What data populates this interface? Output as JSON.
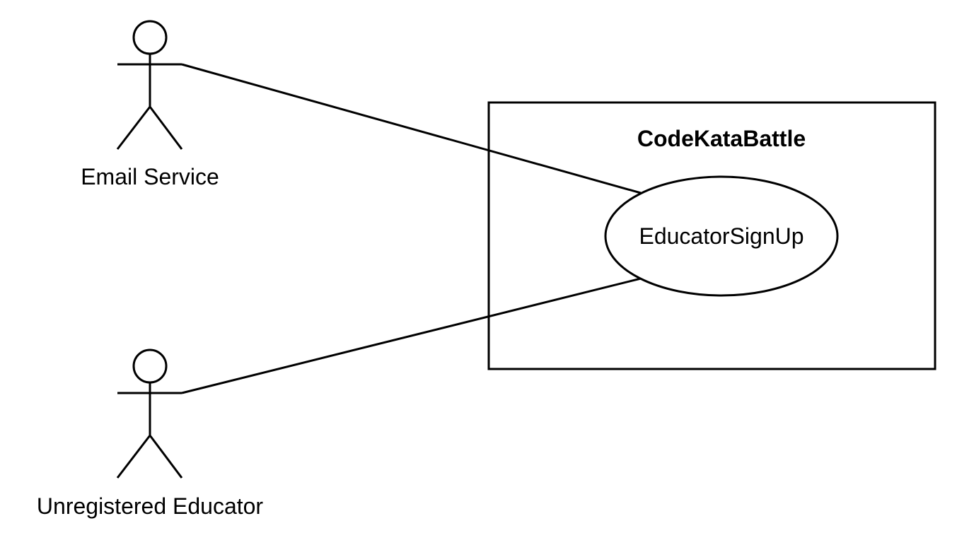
{
  "diagram": {
    "type": "use-case",
    "system": {
      "title": "CodeKataBattle"
    },
    "use_cases": [
      {
        "id": "educator-signup",
        "label": "EducatorSignUp"
      }
    ],
    "actors": [
      {
        "id": "email-service",
        "label": "Email Service"
      },
      {
        "id": "unregistered-educator",
        "label": "Unregistered Educator"
      }
    ],
    "associations": [
      {
        "from": "email-service",
        "to": "educator-signup"
      },
      {
        "from": "unregistered-educator",
        "to": "educator-signup"
      }
    ]
  }
}
